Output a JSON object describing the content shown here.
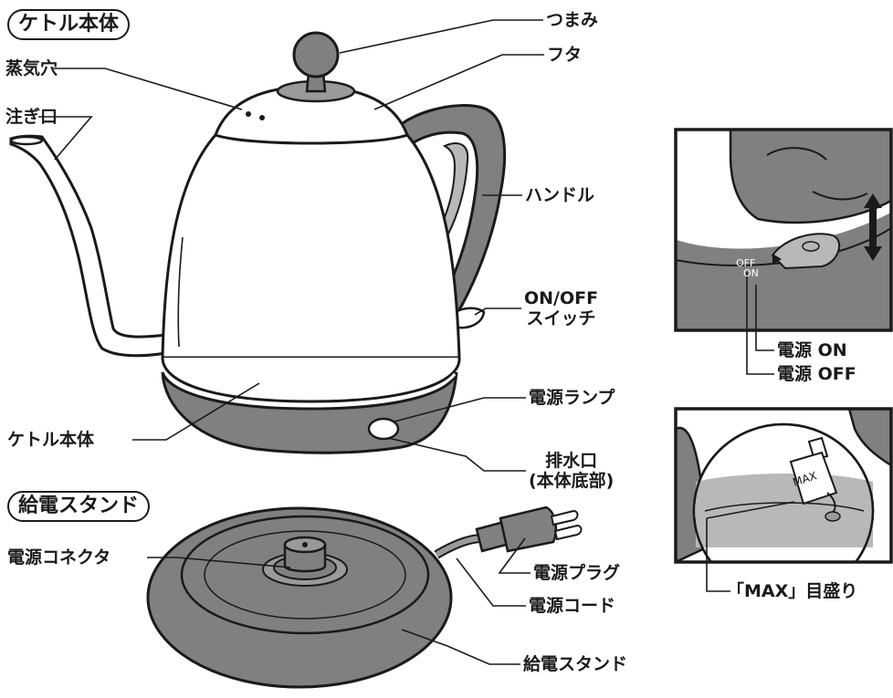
{
  "section_titles": {
    "kettle": "ケトル本体",
    "stand": "給電スタンド"
  },
  "labels": {
    "knob": "つまみ",
    "lid": "フタ",
    "steam_vent": "蒸気穴",
    "spout": "注ぎ口",
    "handle": "ハンドル",
    "switch_line1": "ON/OFF",
    "switch_line2": "スイッチ",
    "kettle_body": "ケトル本体",
    "power_lamp": "電源ランプ",
    "drain_line1": "排水口",
    "drain_line2": "(本体底部)",
    "power_connector": "電源コネクタ",
    "power_plug": "電源プラグ",
    "power_cord": "電源コード",
    "power_stand": "給電スタンド"
  },
  "inset_switch": {
    "marker_off": "OFF",
    "marker_on": "ON",
    "label_on": "電源 ON",
    "label_off": "電源 OFF"
  },
  "inset_max": {
    "marker": "MAX",
    "label": "「MAX」目盛り"
  },
  "colors": {
    "dark_gray": "#808080",
    "medium_gray": "#9a9a9a",
    "light_gray": "#b8b8b8",
    "outline": "#1a1a1a",
    "white": "#ffffff"
  }
}
